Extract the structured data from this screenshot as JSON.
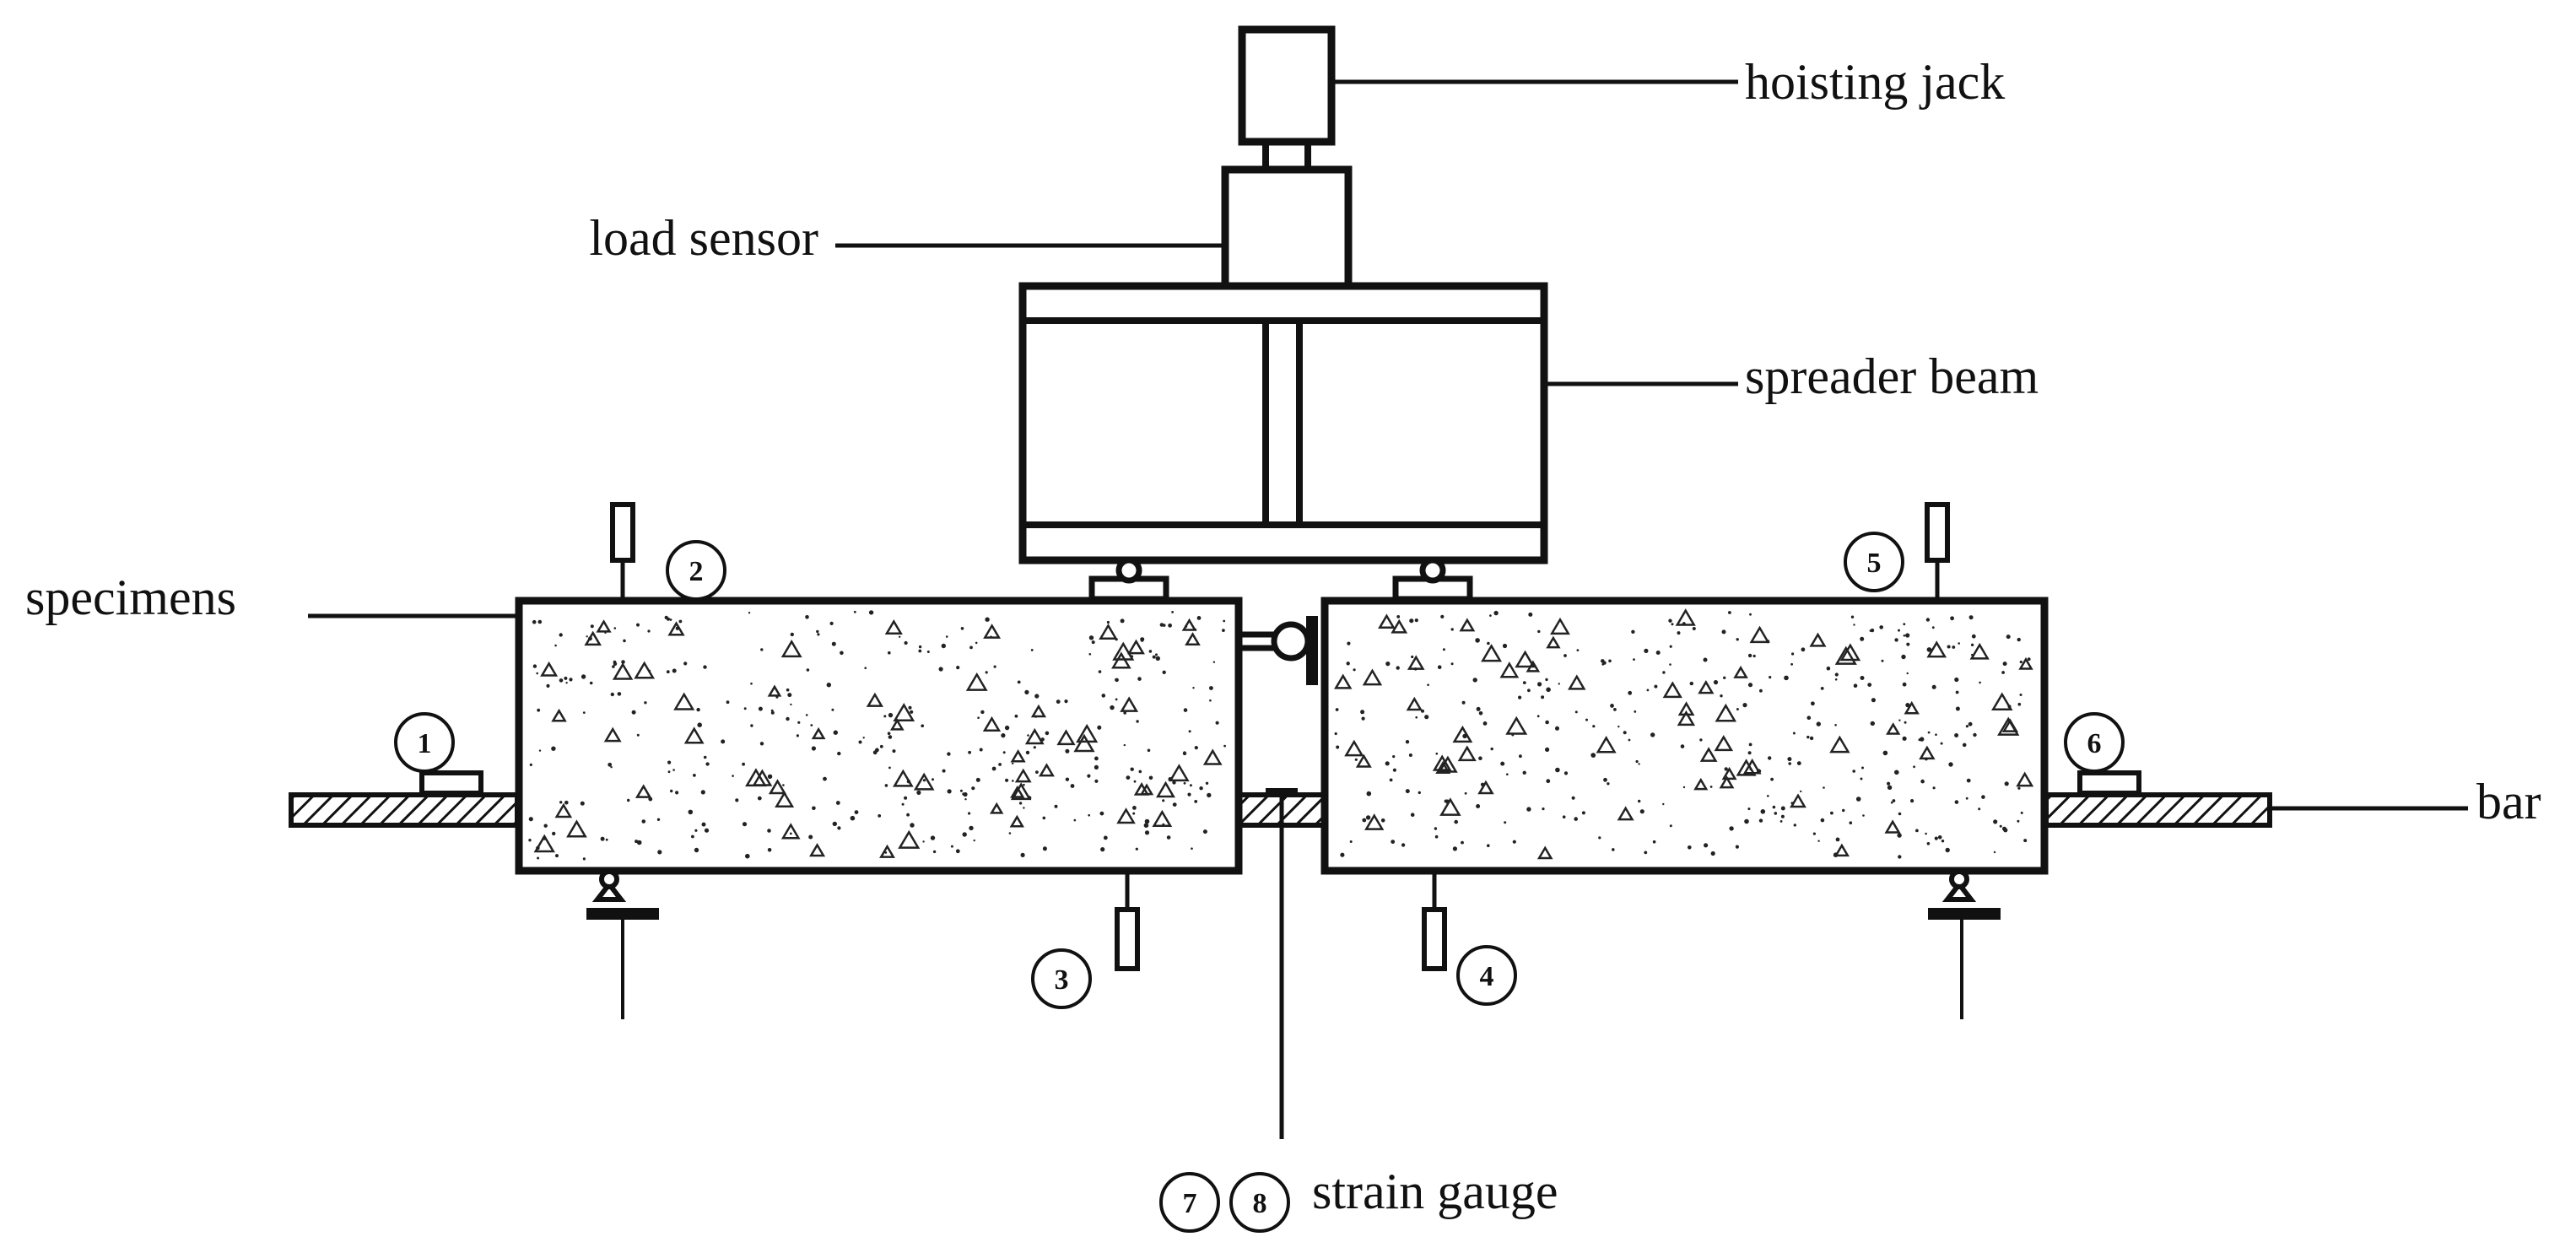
{
  "labels": {
    "hoisting_jack": "hoisting jack",
    "load_sensor": "load sensor",
    "spreader_beam": "spreader beam",
    "specimens": "specimens",
    "bar": "bar",
    "strain_gauge": "strain gauge"
  },
  "gauges": {
    "g1": "1",
    "g2": "2",
    "g3": "3",
    "g4": "4",
    "g5": "5",
    "g6": "6",
    "g7": "7",
    "g8": "8"
  }
}
